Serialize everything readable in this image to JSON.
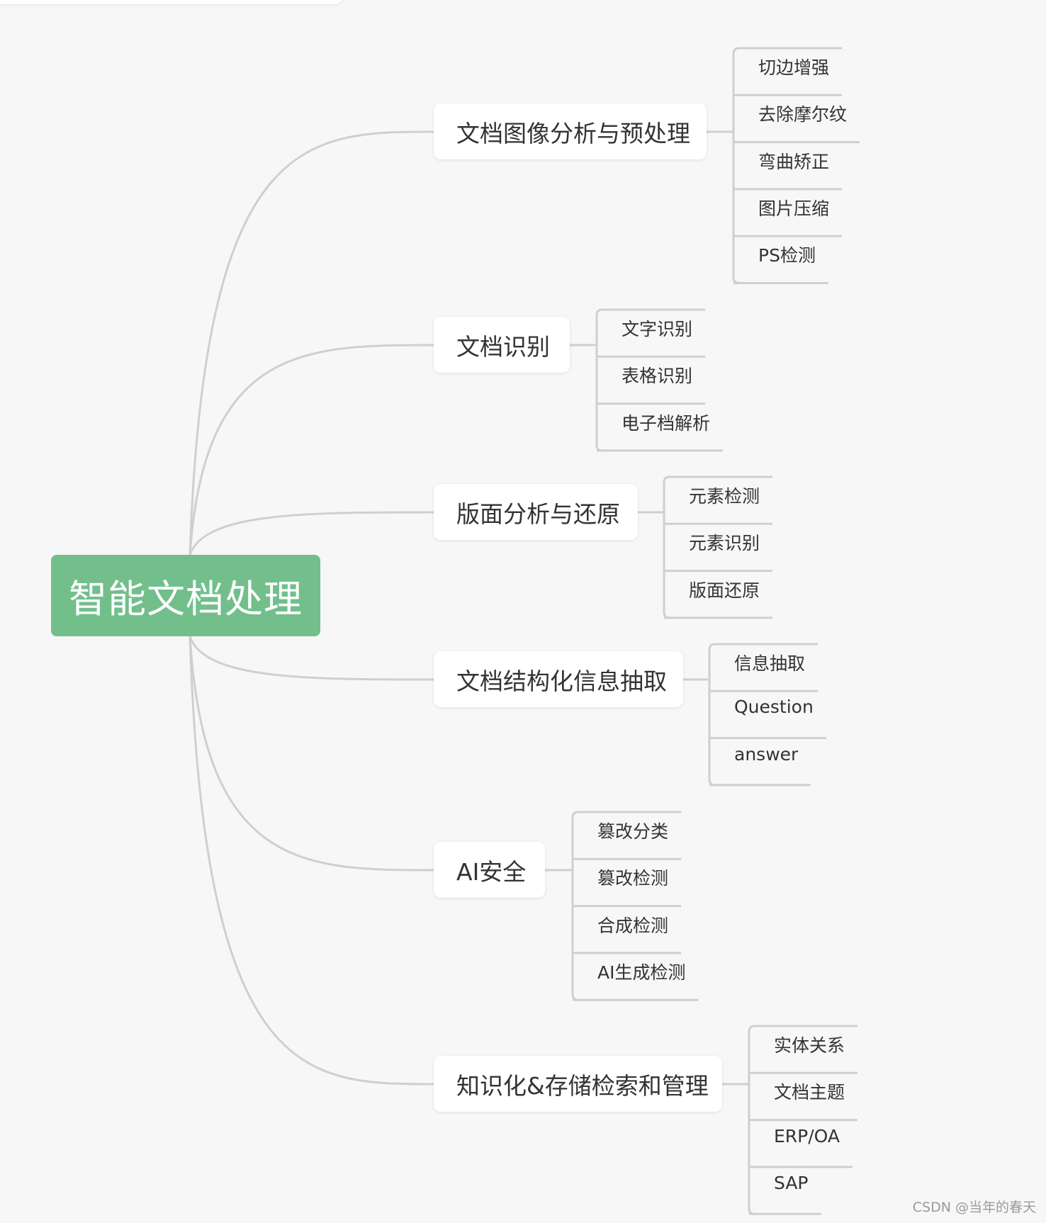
{
  "root": {
    "label": "智能文档处理"
  },
  "branches": [
    {
      "label": "文档图像分析与预处理",
      "children": [
        "切边增强",
        "去除摩尔纹",
        "弯曲矫正",
        "图片压缩",
        "PS检测"
      ]
    },
    {
      "label": "文档识别",
      "children": [
        "文字识别",
        "表格识别",
        "电子档解析"
      ]
    },
    {
      "label": "版面分析与还原",
      "children": [
        "元素检测",
        "元素识别",
        "版面还原"
      ]
    },
    {
      "label": "文档结构化信息抽取",
      "children": [
        "信息抽取",
        "Question",
        "answer"
      ]
    },
    {
      "label": "AI安全",
      "children": [
        "篡改分类",
        "篡改检测",
        "合成检测",
        "AI生成检测"
      ]
    },
    {
      "label": "知识化&存储检索和管理",
      "children": [
        "实体关系",
        "文档主题",
        "ERP/OA",
        "SAP"
      ]
    }
  ],
  "watermark": "CSDN @当年的春天",
  "colors": {
    "root": "#72bf8c",
    "connector": "#cfcfcf",
    "background": "#f7f7f7"
  }
}
